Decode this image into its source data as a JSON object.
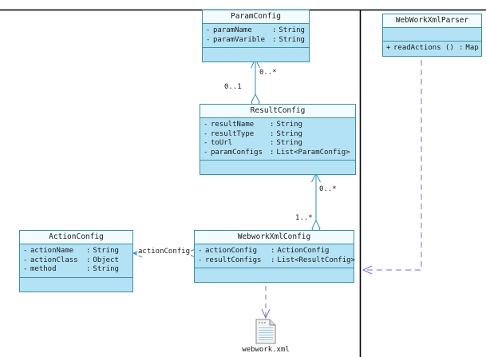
{
  "diagram": {
    "type": "uml-class-diagram",
    "background": "#ffffff",
    "class_fill": "#b4e2f5",
    "class_title_fill": "#f2fbfe",
    "class_border": "#3d8ea8",
    "association_color": "#3d8ea8",
    "dependency_color": "#7b6fc4",
    "divider_color": "#000000"
  },
  "classes": {
    "param_config": {
      "name": "ParamConfig",
      "attributes": [
        {
          "visibility": "-",
          "name": "paramName",
          "colon": ":",
          "type": "String"
        },
        {
          "visibility": "-",
          "name": "paramVarible",
          "colon": ":",
          "type": "String"
        }
      ],
      "operations": []
    },
    "result_config": {
      "name": "ResultConfig",
      "attributes": [
        {
          "visibility": "-",
          "name": "resultName",
          "colon": ":",
          "type": "String"
        },
        {
          "visibility": "-",
          "name": "resultType",
          "colon": ":",
          "type": "String"
        },
        {
          "visibility": "-",
          "name": "toUrl",
          "colon": ":",
          "type": "String"
        },
        {
          "visibility": "-",
          "name": "paramConfigs",
          "colon": ":",
          "type": "List<ParamConfig>"
        }
      ],
      "operations": []
    },
    "webwork_xml_config": {
      "name": "WebworkXmlConfig",
      "attributes": [
        {
          "visibility": "-",
          "name": "actionConfig",
          "colon": ":",
          "type": "ActionConfig"
        },
        {
          "visibility": "-",
          "name": "resultConfigs",
          "colon": ":",
          "type": "List<ResultConfig>"
        }
      ],
      "operations": []
    },
    "action_config": {
      "name": "ActionConfig",
      "attributes": [
        {
          "visibility": "-",
          "name": "actionName",
          "colon": ":",
          "type": "String"
        },
        {
          "visibility": "-",
          "name": "actionClass",
          "colon": ":",
          "type": "Object"
        },
        {
          "visibility": "-",
          "name": "method",
          "colon": ":",
          "type": "String"
        }
      ],
      "operations": []
    },
    "webwork_xml_parser": {
      "name": "WebWorkXmlParser",
      "attributes": [],
      "operations": [
        {
          "visibility": "+",
          "name": "readActions ()",
          "colon": ":",
          "type": "Map"
        }
      ]
    }
  },
  "relationships": {
    "param_to_result": {
      "source_multiplicity": "0..*",
      "target_multiplicity": "0..1"
    },
    "result_to_webwork": {
      "source_multiplicity": "0..*",
      "target_multiplicity": "1..*"
    },
    "action_association": {
      "label": "actionConfig"
    }
  },
  "artifact": {
    "name": "webwork.xml",
    "icon": "file-icon"
  }
}
